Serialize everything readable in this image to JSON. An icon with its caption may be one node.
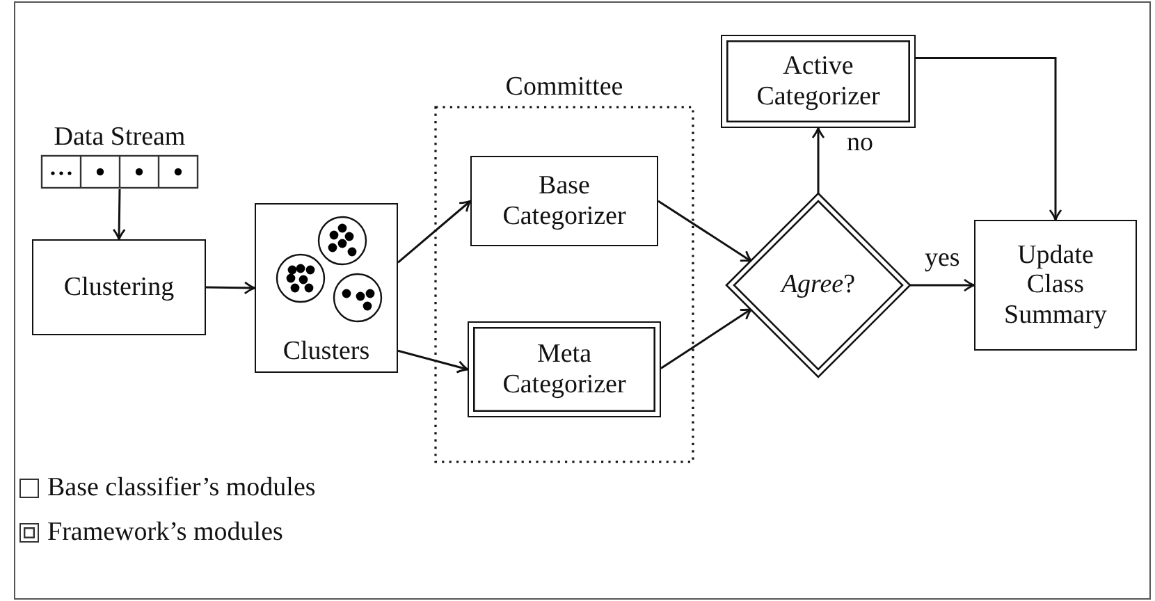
{
  "diagram": {
    "nodes": [
      {
        "text": [
          "Data Stream"
        ]
      },
      {
        "text": [
          "Clustering"
        ]
      },
      {
        "text": [
          "Clusters"
        ]
      },
      {
        "text": [
          "Committee"
        ]
      },
      {
        "text": [
          "Base Categorizer"
        ],
        "in": 3
      },
      {
        "text": [
          "Meta Categorizer"
        ],
        "in": 3
      },
      {
        "text": [
          "*Agree*?"
        ]
      },
      {
        "text": [
          "Active Categorizer"
        ]
      },
      {
        "text": [
          "Update Class Summary"
        ]
      }
    ],
    "edges": [
      {
        "from": 0,
        "to": 1,
        "arrow": "to"
      },
      {
        "from": 1,
        "to": 2,
        "arrow": "to"
      },
      {
        "from": 2,
        "to": 4,
        "arrow": "to"
      },
      {
        "from": 2,
        "to": 5,
        "arrow": "to"
      },
      {
        "from": 4,
        "to": 6,
        "arrow": "to"
      },
      {
        "from": 5,
        "to": 6,
        "arrow": "to"
      },
      {
        "from": 6,
        "to": 7,
        "arrow": "to",
        "label": "no"
      },
      {
        "from": 6,
        "to": 8,
        "arrow": "to",
        "label": "yes"
      },
      {
        "from": 7,
        "to": 8,
        "arrow": "to"
      }
    ],
    "legend": [
      {
        "text": "Base classifier’s modules"
      },
      {
        "text": "Framework’s modules"
      }
    ]
  }
}
